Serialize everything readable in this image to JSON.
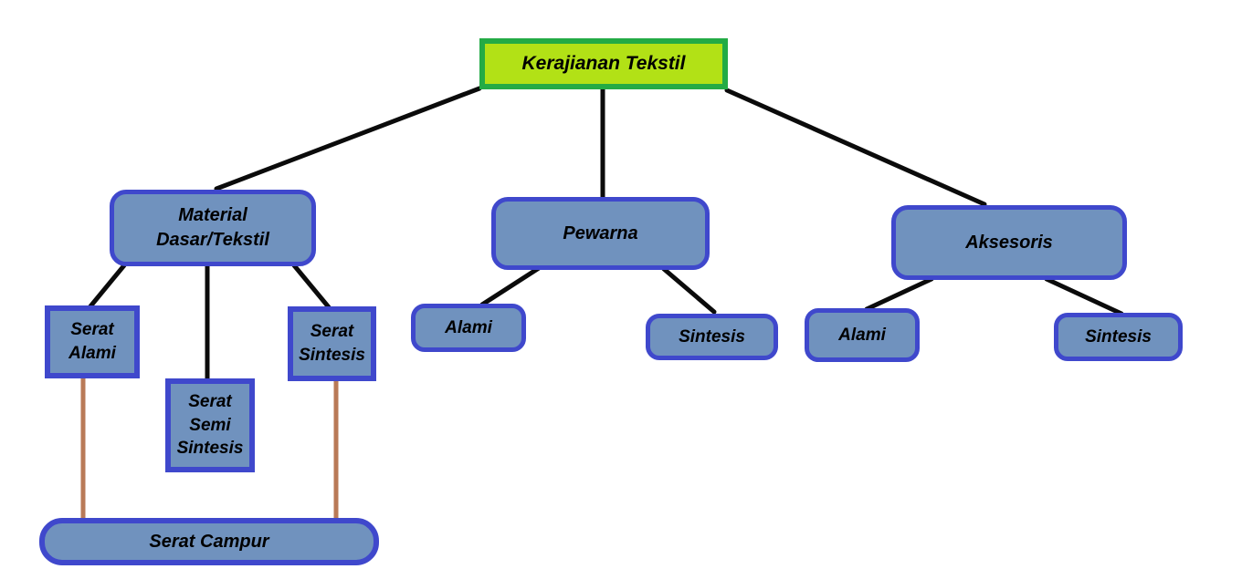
{
  "diagram_title": "Kerajianan Tekstil",
  "nodes": {
    "root": "Kerajianan Tekstil",
    "material": "Material Dasar/Tekstil",
    "pewarna": "Pewarna",
    "aksesoris": "Aksesoris",
    "serat_alami": "Serat Alami",
    "serat_semi": "Serat Semi Sintesis",
    "serat_sintesis": "Serat Sintesis",
    "serat_campur": "Serat Campur",
    "pewarna_alami": "Alami",
    "pewarna_sintesis": "Sintesis",
    "aksesoris_alami": "Alami",
    "aksesoris_sintesis": "Sintesis"
  },
  "hierarchy": {
    "root": "Kerajianan Tekstil",
    "branches": [
      {
        "label": "Material Dasar/Tekstil",
        "children": [
          "Serat Alami",
          "Serat Semi Sintesis",
          "Serat Sintesis"
        ],
        "merge_node": "Serat Campur",
        "merge_sources": [
          "Serat Alami",
          "Serat Sintesis"
        ]
      },
      {
        "label": "Pewarna",
        "children": [
          "Alami",
          "Sintesis"
        ]
      },
      {
        "label": "Aksesoris",
        "children": [
          "Alami",
          "Sintesis"
        ]
      }
    ]
  },
  "colors": {
    "root_fill": "#b2e116",
    "root_border": "#23ab45",
    "node_fill": "#7092be",
    "node_border": "#3f48cc",
    "connector": "#0b0b0b",
    "merge_connector": "#b97a57"
  }
}
